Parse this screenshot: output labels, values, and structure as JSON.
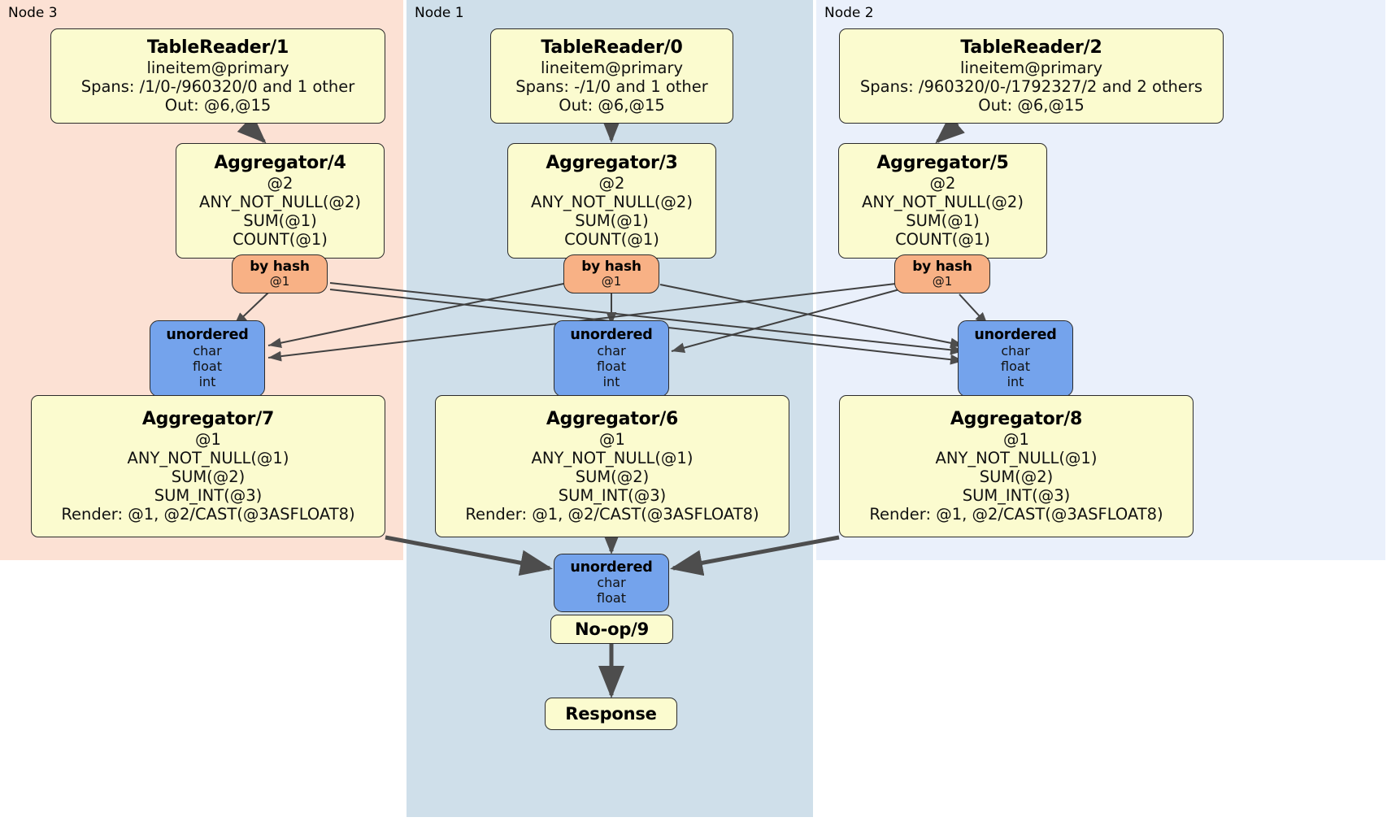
{
  "diagram": {
    "type": "distsql-flow-diagram",
    "background": "#ffffff",
    "panels": [
      {
        "id": "node3",
        "label": "Node 3",
        "color": "#fce1d4"
      },
      {
        "id": "node1",
        "label": "Node 1",
        "color": "#cfdfea"
      },
      {
        "id": "node2",
        "label": "Node 2",
        "color": "#eaf0fb"
      }
    ],
    "colors": {
      "processor": "#fbfbcf",
      "router": "#f8b185",
      "stream": "#74a3ec",
      "edge": "#4d4d4d",
      "border": "#2b2b2b"
    }
  },
  "processors": {
    "table_reader_1": {
      "title": "TableReader/1",
      "lines": [
        "lineitem@primary",
        "Spans: /1/0-/960320/0 and 1 other",
        "Out: @6,@15"
      ]
    },
    "table_reader_0": {
      "title": "TableReader/0",
      "lines": [
        "lineitem@primary",
        "Spans: -/1/0 and 1 other",
        "Out: @6,@15"
      ]
    },
    "table_reader_2": {
      "title": "TableReader/2",
      "lines": [
        "lineitem@primary",
        "Spans: /960320/0-/1792327/2 and 2 others",
        "Out: @6,@15"
      ]
    },
    "aggregator_4": {
      "title": "Aggregator/4",
      "lines": [
        "@2",
        "ANY_NOT_NULL(@2)",
        "SUM(@1)",
        "COUNT(@1)"
      ]
    },
    "aggregator_3": {
      "title": "Aggregator/3",
      "lines": [
        "@2",
        "ANY_NOT_NULL(@2)",
        "SUM(@1)",
        "COUNT(@1)"
      ]
    },
    "aggregator_5": {
      "title": "Aggregator/5",
      "lines": [
        "@2",
        "ANY_NOT_NULL(@2)",
        "SUM(@1)",
        "COUNT(@1)"
      ]
    },
    "aggregator_7": {
      "title": "Aggregator/7",
      "lines": [
        "@1",
        "ANY_NOT_NULL(@1)",
        "SUM(@2)",
        "SUM_INT(@3)",
        "Render: @1, @2/CAST(@3ASFLOAT8)"
      ]
    },
    "aggregator_6": {
      "title": "Aggregator/6",
      "lines": [
        "@1",
        "ANY_NOT_NULL(@1)",
        "SUM(@2)",
        "SUM_INT(@3)",
        "Render: @1, @2/CAST(@3ASFLOAT8)"
      ]
    },
    "aggregator_8": {
      "title": "Aggregator/8",
      "lines": [
        "@1",
        "ANY_NOT_NULL(@1)",
        "SUM(@2)",
        "SUM_INT(@3)",
        "Render: @1, @2/CAST(@3ASFLOAT8)"
      ]
    },
    "noop_9": {
      "title": "No-op/9",
      "lines": []
    },
    "response": {
      "title": "Response",
      "lines": []
    }
  },
  "routers": {
    "by_hash_left": {
      "title": "by hash",
      "sub": "@1"
    },
    "by_hash_center": {
      "title": "by hash",
      "sub": "@1"
    },
    "by_hash_right": {
      "title": "by hash",
      "sub": "@1"
    }
  },
  "streams": {
    "unordered_left": {
      "title": "unordered",
      "lines": [
        "char",
        "float",
        "int"
      ]
    },
    "unordered_center": {
      "title": "unordered",
      "lines": [
        "char",
        "float",
        "int"
      ]
    },
    "unordered_right": {
      "title": "unordered",
      "lines": [
        "char",
        "float",
        "int"
      ]
    },
    "unordered_final": {
      "title": "unordered",
      "lines": [
        "char",
        "float"
      ]
    }
  }
}
